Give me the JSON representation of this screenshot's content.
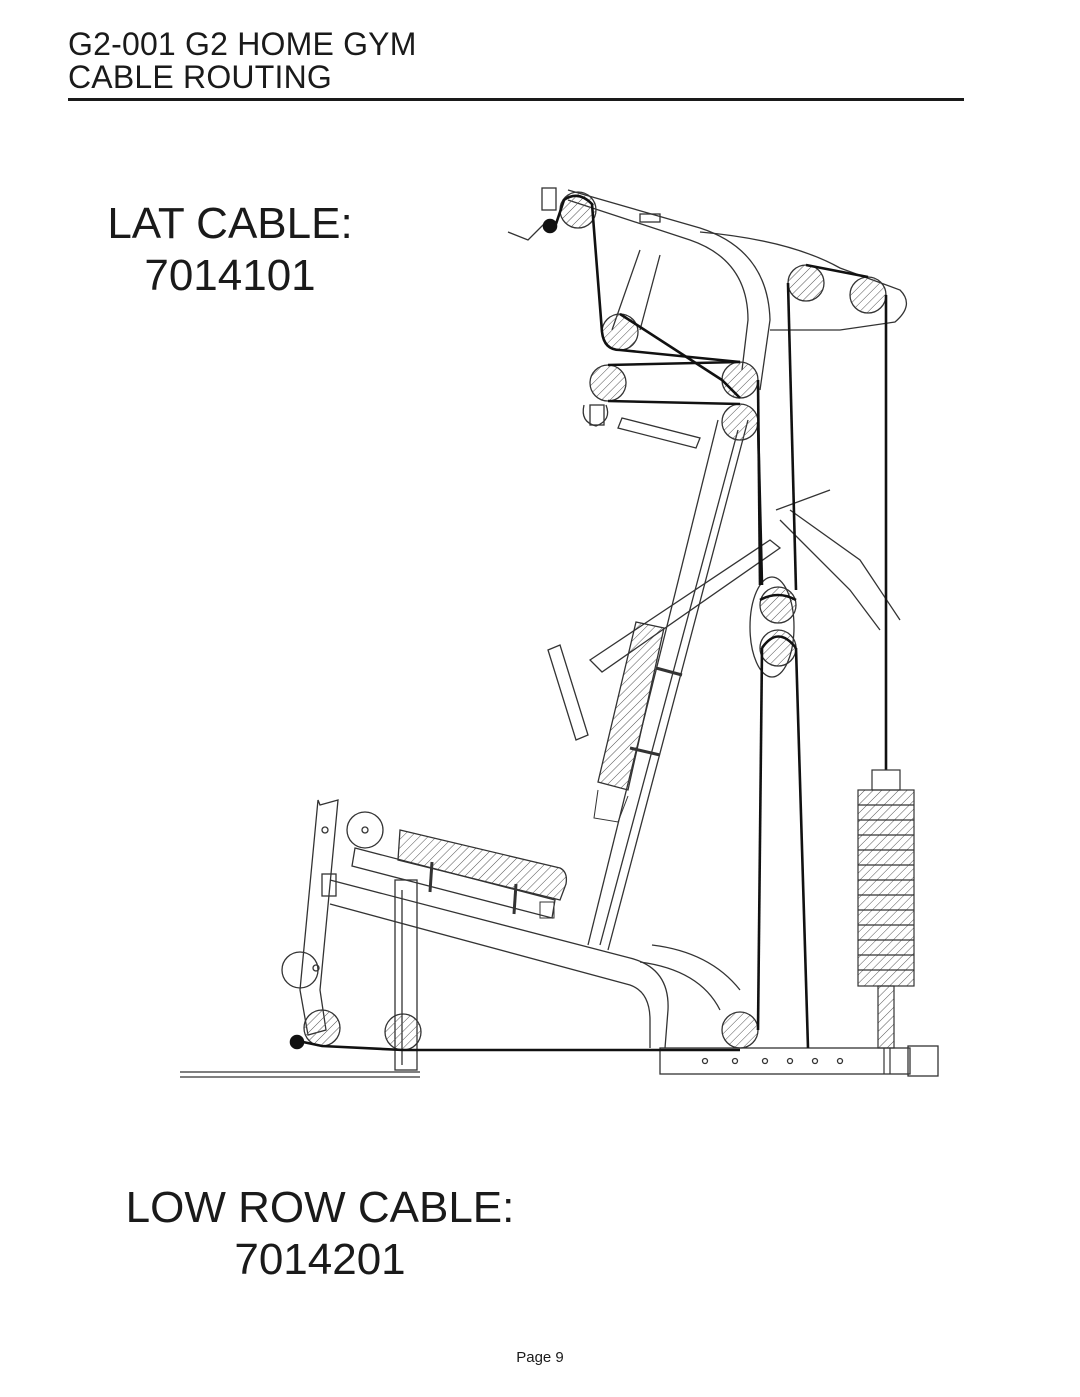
{
  "header": {
    "title_line1": "G2-001 G2 HOME GYM",
    "title_line2": "CABLE ROUTING"
  },
  "lat_cable": {
    "label": "LAT CABLE:",
    "part_number": "7014101"
  },
  "low_row_cable": {
    "label": "LOW ROW CABLE:",
    "part_number": "7014201"
  },
  "footer": {
    "page": "Page 9"
  },
  "colors": {
    "ink": "#1a1a1a",
    "cable": "#111111",
    "frame": "#333333"
  }
}
